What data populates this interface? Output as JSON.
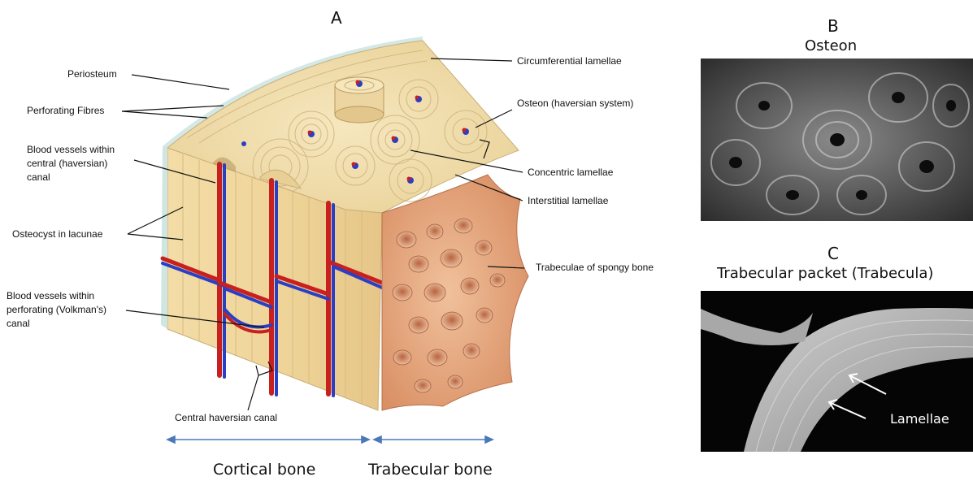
{
  "panel_a": {
    "letter": "A",
    "labels": {
      "periosteum": "Periosteum",
      "perforating_fibres": "Perforating Fibres",
      "blood_central_1": "Blood vessels within",
      "blood_central_2": "central (haversian)",
      "blood_central_3": "canal",
      "osteocyst": "Osteocyst in lacunae",
      "blood_perf_1": "Blood vessels within",
      "blood_perf_2": "perforating (Volkman's)",
      "blood_perf_3": "canal",
      "central_haversian": "Central haversian canal",
      "circumferential": "Circumferential lamellae",
      "osteon_system": "Osteon (haversian system)",
      "concentric": "Concentric lamellae",
      "interstitial": "Interstitial lamellae",
      "trabeculae": "Trabeculae of spongy bone"
    },
    "bottom": {
      "cortical": "Cortical bone",
      "trabecular": "Trabecular bone"
    }
  },
  "panel_b": {
    "letter": "B",
    "title": "Osteon"
  },
  "panel_c": {
    "letter": "C",
    "title": "Trabecular packet (Trabecula)",
    "annotation": "Lamellae"
  },
  "colors": {
    "bone": "#f2dfae",
    "bone_dark": "#d9c08a",
    "artery": "#c8201e",
    "vein": "#2a3fc4",
    "periosteum": "#cfe6e2",
    "spongy": "#e7a77f",
    "arrow_blue": "#4a78b8"
  }
}
